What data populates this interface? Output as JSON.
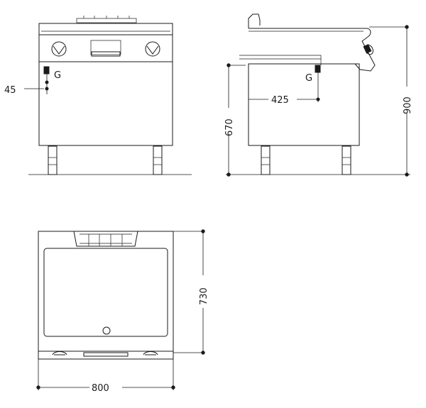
{
  "dimensions": {
    "width": "800",
    "depth": "730",
    "height_total": "900",
    "height_gas": "670",
    "gas_depth": "425",
    "gas_offset": "45"
  },
  "labels": {
    "gas_front": "G",
    "gas_side": "G"
  }
}
